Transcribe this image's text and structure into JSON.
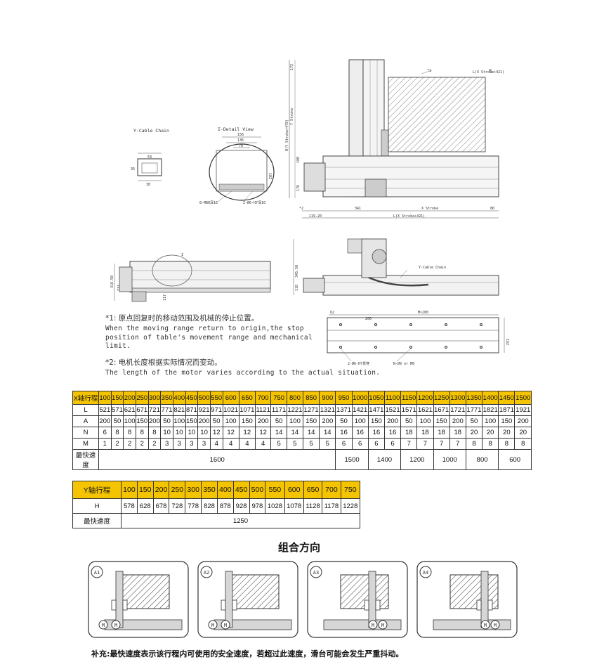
{
  "drawing": {
    "y_cable_chain_title": "Y-Cable Chain",
    "i_detail_view_title": "I-Detail View",
    "dims_cable": [
      "53",
      "35",
      "38"
    ],
    "dims_detail": [
      "156",
      "136",
      "70",
      "182"
    ],
    "detail_hole_labels": [
      "8-M8Θ深16",
      "2-Ø6-H7深10"
    ],
    "main_dims": [
      "172",
      "Y Stroke",
      "H(Y Stroke+478)",
      "180",
      "176",
      "341",
      "X Stroke",
      "80",
      "119.20",
      "L(X Stroke+421)",
      "10",
      "10",
      "*1",
      "*2"
    ],
    "side_dims": [
      "318.50",
      "231",
      "117"
    ],
    "side_label": "I",
    "front_dims": [
      "345.50",
      "118"
    ],
    "front_label": "Y-Cable Chain",
    "base_dims": [
      "62",
      "200",
      "M×200",
      "162",
      "2-Ø6-H7贯穿",
      "N-Ø9 or M8"
    ]
  },
  "notes": {
    "n1_cn": "*1: 原点回复时的移动范围及机械的停止位置。",
    "n1_en_1": "When the moving range return to origin,the stop",
    "n1_en_2": "position of table's movement range and mechanical",
    "n1_en_3": "limit.",
    "n2_cn": "*2: 电机长度根据实际情况而变动。",
    "n2_en": "The length of the motor varies according to the actual situation."
  },
  "x_table": {
    "head_label": "X轴行程",
    "strokes": [
      "100",
      "150",
      "200",
      "250",
      "300",
      "350",
      "400",
      "450",
      "500",
      "550",
      "600",
      "650",
      "700",
      "750",
      "800",
      "850",
      "900",
      "950",
      "1000",
      "1050",
      "1100",
      "1150",
      "1200",
      "1250",
      "1300",
      "1350",
      "1400",
      "1450",
      "1500"
    ],
    "rows": [
      {
        "label": "L",
        "values": [
          "521",
          "571",
          "621",
          "671",
          "721",
          "771",
          "821",
          "871",
          "921",
          "971",
          "1021",
          "1071",
          "1121",
          "1171",
          "1221",
          "1271",
          "1321",
          "1371",
          "1421",
          "1471",
          "1521",
          "1571",
          "1621",
          "1671",
          "1721",
          "1771",
          "1821",
          "1871",
          "1921"
        ]
      },
      {
        "label": "A",
        "values": [
          "200",
          "50",
          "100",
          "150",
          "200",
          "50",
          "100",
          "150",
          "200",
          "50",
          "100",
          "150",
          "200",
          "50",
          "100",
          "150",
          "200",
          "50",
          "100",
          "150",
          "200",
          "50",
          "100",
          "150",
          "200",
          "50",
          "100",
          "150",
          "200"
        ]
      },
      {
        "label": "N",
        "values": [
          "6",
          "8",
          "8",
          "8",
          "8",
          "10",
          "10",
          "10",
          "10",
          "12",
          "12",
          "12",
          "12",
          "14",
          "14",
          "14",
          "14",
          "16",
          "16",
          "16",
          "16",
          "18",
          "18",
          "18",
          "18",
          "20",
          "20",
          "20",
          "20"
        ]
      },
      {
        "label": "M",
        "values": [
          "1",
          "2",
          "2",
          "2",
          "2",
          "3",
          "3",
          "3",
          "3",
          "4",
          "4",
          "4",
          "4",
          "5",
          "5",
          "5",
          "5",
          "6",
          "6",
          "6",
          "6",
          "7",
          "7",
          "7",
          "7",
          "8",
          "8",
          "8",
          "8"
        ]
      }
    ],
    "speed_label": "最快速度",
    "speeds": [
      {
        "span": 17,
        "value": "1600"
      },
      {
        "span": 2,
        "value": "1500"
      },
      {
        "span": 2,
        "value": "1400"
      },
      {
        "span": 2,
        "value": "1200"
      },
      {
        "span": 2,
        "value": "1000"
      },
      {
        "span": 2,
        "value": "800"
      },
      {
        "span": 2,
        "value": "600"
      }
    ]
  },
  "y_table": {
    "head_label": "Y轴行程",
    "strokes": [
      "100",
      "150",
      "200",
      "250",
      "300",
      "350",
      "400",
      "450",
      "500",
      "550",
      "600",
      "650",
      "700",
      "750"
    ],
    "rows": [
      {
        "label": "H",
        "values": [
          "578",
          "628",
          "678",
          "728",
          "778",
          "828",
          "878",
          "928",
          "978",
          "1028",
          "1078",
          "1128",
          "1178",
          "1228"
        ]
      }
    ],
    "speed_label": "最快速度",
    "speed": "1250"
  },
  "combo": {
    "title": "组合方向",
    "panels": [
      {
        "id": "A1",
        "motor": "M"
      },
      {
        "id": "A2",
        "motor": "M"
      },
      {
        "id": "A3",
        "motor": "M"
      },
      {
        "id": "A4",
        "motor": "M"
      }
    ]
  },
  "footnote": "补充:最快速度表示该行程内可使用的安全速度，若超过此速度，滑台可能会发生严重抖动。",
  "colors": {
    "header_yellow": "#f5c400",
    "line": "#333333"
  }
}
